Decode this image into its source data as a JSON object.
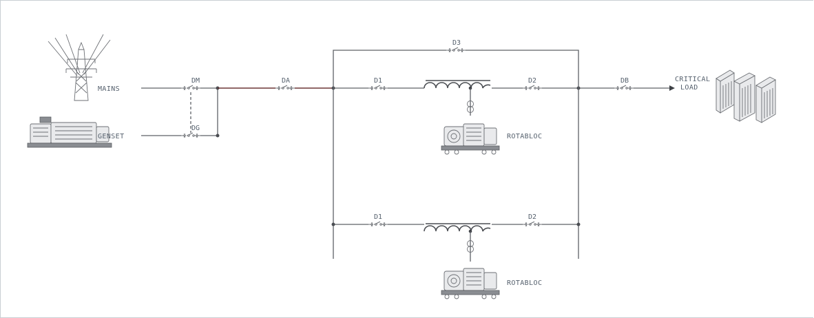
{
  "labels": {
    "mains": "MAINS",
    "genset": "GENSET",
    "critical_line1": "CRITICAL",
    "critical_line2": "LOAD",
    "rotabloc_top": "ROTABLOC",
    "rotabloc_bottom": "ROTABLOC"
  },
  "breakers": {
    "dm": "DM",
    "dg": "DG",
    "da": "DA",
    "d3": "D3",
    "d1_top": "D1",
    "d2_top": "D2",
    "db": "DB",
    "d1_bottom": "D1",
    "d2_bottom": "D2"
  },
  "icons": {
    "mains": "transmission-tower-icon",
    "genset": "generator-icon",
    "load": "server-rack-icon",
    "rotabloc": "rotary-ups-icon"
  },
  "colors": {
    "wire": "#5d6066",
    "label": "#55606d",
    "frame": "#c9ced3"
  }
}
